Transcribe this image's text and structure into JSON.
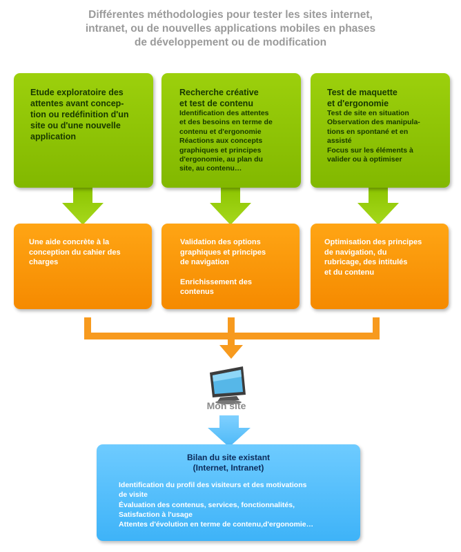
{
  "title": {
    "lines": [
      "Différentes méthodologies pour tester les sites internet,",
      "intranet, ou de nouvelles applications mobiles en phases",
      "de développement ou de modification"
    ]
  },
  "green_boxes": [
    {
      "head": [
        "Etude exploratoire des",
        "attentes avant concep-",
        "tion ou redéfinition d'un",
        "site ou d'une nouvelle",
        "application"
      ],
      "sub": []
    },
    {
      "head": [
        "Recherche créative",
        "et test de contenu"
      ],
      "sub": [
        "Identification des attentes",
        "et des besoins en terme de",
        "contenu et d'ergonomie",
        "Réactions aux concepts",
        "graphiques et principes",
        "d'ergonomie, au plan du",
        "site, au contenu…"
      ]
    },
    {
      "head": [
        "Test de maquette",
        "et d'ergonomie"
      ],
      "sub": [
        "Test de site en situation",
        "Observation des manipula-",
        "tions en spontané et en",
        "assisté",
        "Focus sur les éléments à",
        "valider ou à optimiser"
      ]
    }
  ],
  "orange_boxes": [
    {
      "para1": [
        "Une aide concrète à la",
        "conception du cahier des",
        "charges"
      ],
      "para2": []
    },
    {
      "para1": [
        "Validation des options",
        "graphiques et principes",
        "de navigation"
      ],
      "para2": [
        "Enrichissement des",
        "contenus"
      ]
    },
    {
      "para1": [
        "Optimisation des principes",
        "de navigation, du",
        "rubricage, des intitulés",
        "et du contenu"
      ],
      "para2": []
    }
  ],
  "site_label": "Mon site",
  "blue_box": {
    "head": [
      "Bilan du site existant",
      "(Internet, Intranet)"
    ],
    "lines": [
      "Identification du profil des visiteurs et des motivations",
      "de visite",
      "Évaluation des contenus, services, fonctionnalités,",
      "Satisfaction à l'usage",
      "Attentes d'évolution en terme de contenu,d'ergonomie…"
    ]
  },
  "colors": {
    "green": "#8dc200",
    "orange": "#f7920a",
    "blue": "#4dbcff",
    "title_gray": "#9a9a9a"
  }
}
